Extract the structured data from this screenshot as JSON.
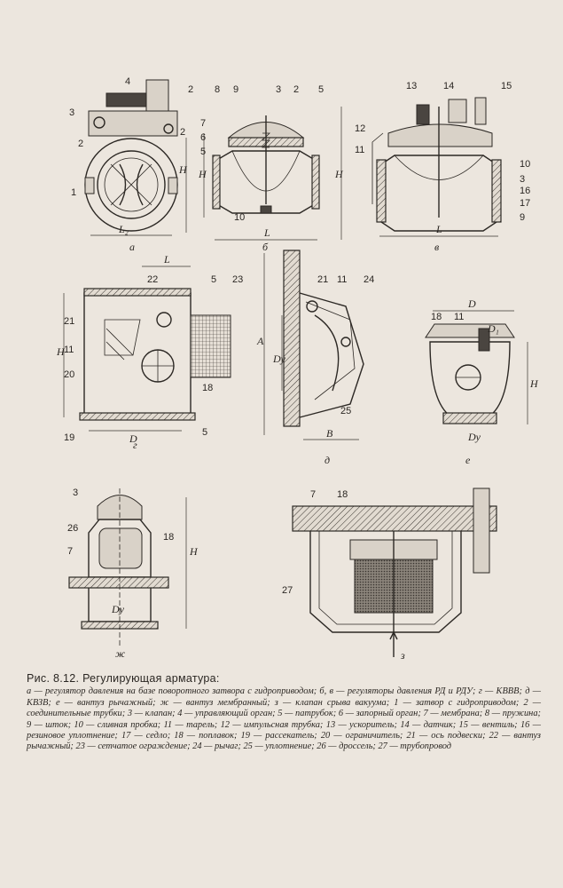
{
  "figure": {
    "view_labels": {
      "a": "а",
      "b": "б",
      "v": "в",
      "g": "г",
      "d": "д",
      "e": "е",
      "zh": "ж",
      "z": "з"
    },
    "dims": {
      "L": "L",
      "Lz": "L₂",
      "H": "H",
      "D": "D",
      "A": "A",
      "B": "B",
      "Dy": "Dу",
      "D1": "D₁"
    },
    "part_numbers": [
      "1",
      "2",
      "3",
      "4",
      "5",
      "6",
      "7",
      "8",
      "9",
      "10",
      "11",
      "12",
      "13",
      "14",
      "15",
      "16",
      "17",
      "18",
      "19",
      "20",
      "21",
      "22",
      "23",
      "24",
      "25",
      "26",
      "27"
    ]
  },
  "caption": {
    "title": "Рис. 8.12. Регулирующая арматура:",
    "body": "а — регулятор давления на базе поворотного затвора с гидроприводом; б, в — регуляторы давления РД и РДУ; г — КВВВ; д — КВЗВ; е — вантуз рычажный; ж — вантуз мембранный; з — клапан срыва вакуума; 1 — затвор с гидроприводом; 2 — соединительные трубки; 3 — клапан; 4 — управляющий орган; 5 — патрубок; 6 — запорный орган; 7 — мембрана; 8 — пружина; 9 — шток; 10 — сливная пробка; 11 — тарель; 12 — импульсная трубка; 13 — ускоритель; 14 — датчик; 15 — вентиль; 16 — резиновое уплотнение; 17 — седло; 18 — поплавок; 19 — рассекатель; 20 — ограничитель; 21 — ось подвески; 22 — вантуз рычажный; 23 — сетчатое ограждение; 24 — рычаг; 25 — уплотнение; 26 — дроссель; 27 — трубопровод"
  }
}
